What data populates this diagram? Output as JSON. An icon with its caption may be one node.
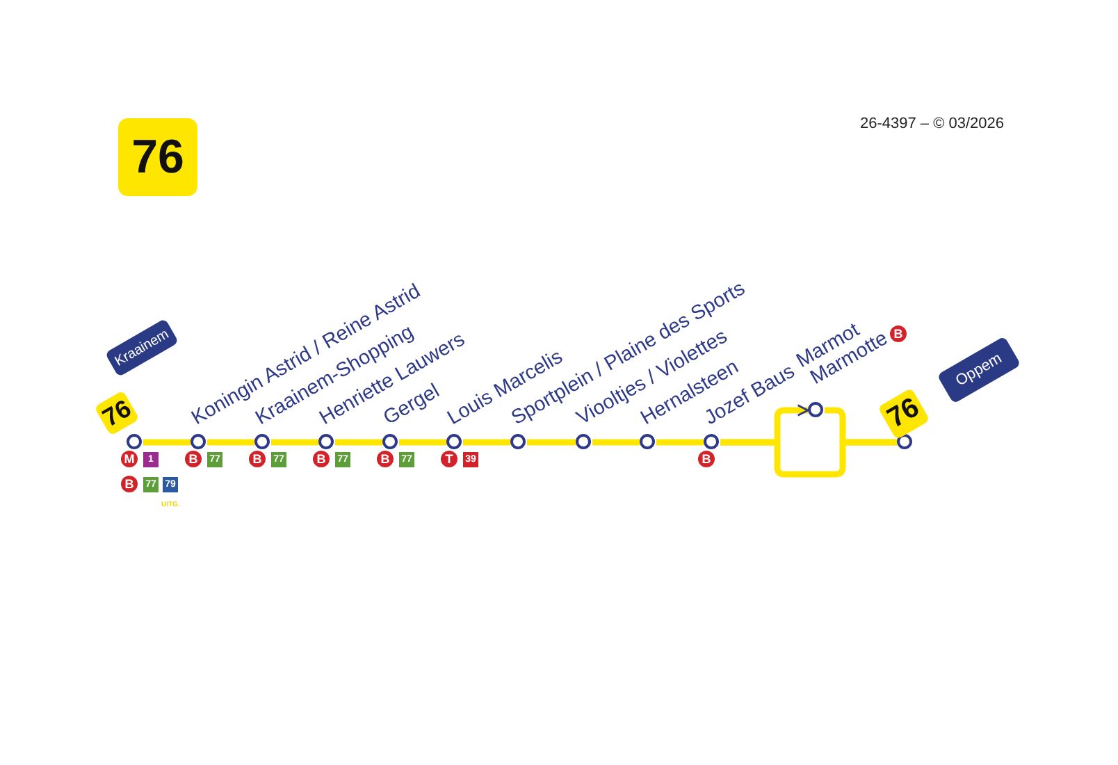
{
  "diagram": {
    "nodes": [
      {
        "text": [
          "76"
        ]
      },
      {
        "text": [
          "76"
        ]
      },
      {
        "text": [
          "Kraainem"
        ]
      },
      {
        "text": [],
        "shape": "circle",
        "beside": [
          "M",
          "1",
          "B",
          "77",
          "79",
          "UITG."
        ]
      },
      {
        "text": [],
        "shape": "circle",
        "beside": [
          "Koningin Astrid / Reine Astrid",
          "B",
          "77"
        ]
      },
      {
        "text": [],
        "shape": "circle",
        "beside": [
          "Kraainem-Shopping",
          "B",
          "77"
        ]
      },
      {
        "text": [],
        "shape": "circle",
        "beside": [
          "Henriette Lauwers",
          "B",
          "77"
        ]
      },
      {
        "text": [],
        "shape": "circle",
        "beside": [
          "Gergel",
          "B",
          "77"
        ]
      },
      {
        "text": [],
        "shape": "circle",
        "beside": [
          "Louis Marcelis",
          "T",
          "39"
        ]
      },
      {
        "text": [],
        "shape": "circle",
        "beside": [
          "Sportplein / Plaine des Sports"
        ]
      },
      {
        "text": [],
        "shape": "circle",
        "beside": [
          "Viooltjes / Violettes"
        ]
      },
      {
        "text": [],
        "shape": "circle",
        "beside": [
          "Hernalsteen"
        ]
      },
      {
        "text": [],
        "shape": "circle",
        "beside": [
          "Jozef Baus",
          "B"
        ]
      },
      {
        "text": [],
        "shape": "circle",
        "beside": [
          "Marmot",
          "Marmotte",
          "B"
        ]
      },
      {
        "text": [
          "76"
        ]
      },
      {
        "text": [
          "Oppem"
        ]
      },
      {
        "text": [],
        "shape": "circle"
      }
    ],
    "edges": [
      {
        "from": 3,
        "to": 4,
        "arrow": "none"
      },
      {
        "from": 4,
        "to": 5,
        "arrow": "none"
      },
      {
        "from": 5,
        "to": 6,
        "arrow": "none"
      },
      {
        "from": 6,
        "to": 7,
        "arrow": "none"
      },
      {
        "from": 7,
        "to": 8,
        "arrow": "none"
      },
      {
        "from": 8,
        "to": 9,
        "arrow": "none"
      },
      {
        "from": 9,
        "to": 10,
        "arrow": "none"
      },
      {
        "from": 10,
        "to": 11,
        "arrow": "none"
      },
      {
        "from": 11,
        "to": 12,
        "arrow": "none"
      },
      {
        "from": 12,
        "to": 13,
        "arrow": "to"
      },
      {
        "from": 13,
        "to": 16,
        "arrow": "none"
      },
      {
        "from": 12,
        "to": 16,
        "arrow": "none"
      }
    ],
    "labels": [
      "26-4397 – © 03/2026"
    ]
  }
}
